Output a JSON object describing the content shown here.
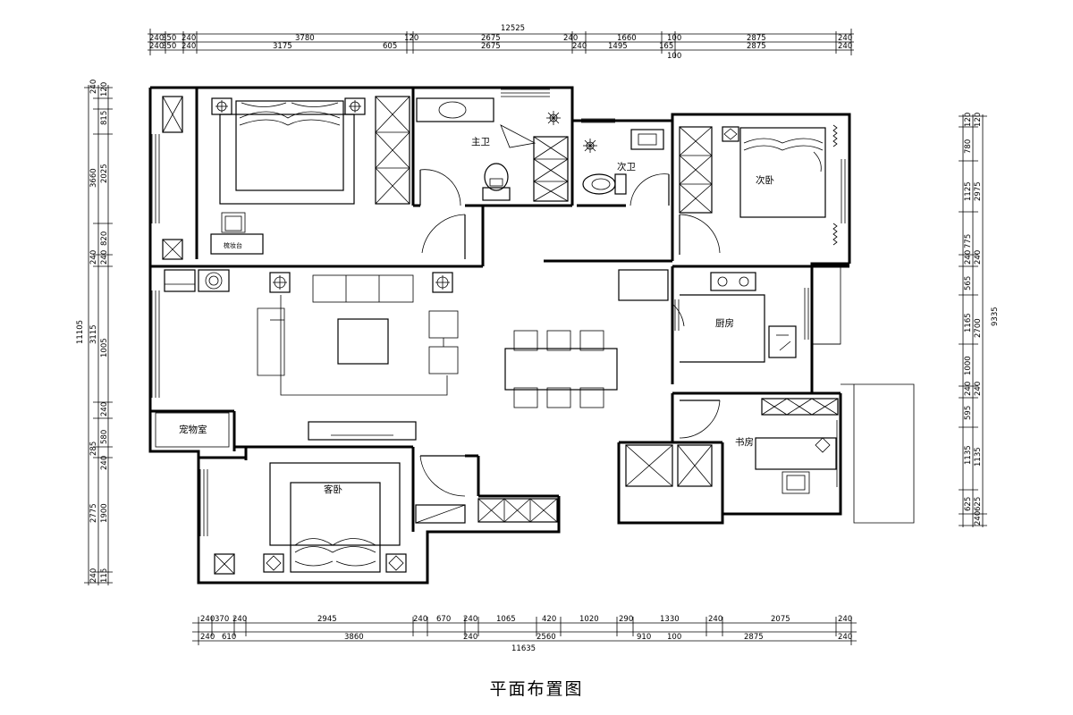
{
  "title": "平面布置图",
  "rooms": {
    "master_bath": "主卫",
    "second_bath": "次卫",
    "second_bedroom": "次卧",
    "dresser": "梳妆台",
    "kitchen": "厨房",
    "pet_room": "宠物室",
    "guest_bedroom": "客卧",
    "study": "书房"
  },
  "dimensions": {
    "top": {
      "total": "12525",
      "row1": [
        "240",
        "350",
        "240",
        "3780",
        "120",
        "2675",
        "240",
        "1660",
        "100",
        "2875",
        "240"
      ],
      "row2": [
        "240",
        "350",
        "240",
        "3175",
        "605",
        "2675",
        "240",
        "1495",
        "165",
        "2875",
        "240"
      ],
      "bottom_note": "100"
    },
    "bottom": {
      "total": "11635",
      "row1": [
        "240",
        "370",
        "240",
        "2945",
        "240",
        "670",
        "240",
        "1065",
        "420",
        "1020",
        "290",
        "1330",
        "240",
        "2075",
        "240"
      ],
      "row2": [
        "240",
        "610",
        "3860",
        "240",
        "2560",
        "910",
        "100",
        "2875",
        "240"
      ]
    },
    "left": {
      "total": "11105",
      "outer": [
        "240",
        "3660",
        "240",
        "3115",
        "285",
        "2775",
        "240"
      ],
      "inner": [
        "120",
        "815",
        "2025",
        "820",
        "240",
        "1005",
        "240",
        "580",
        "240",
        "1900",
        "115"
      ]
    },
    "right": {
      "total": "9335",
      "outer": [
        "120",
        "2975",
        "240",
        "2700",
        "240",
        "1135",
        "625",
        "240"
      ],
      "inner": [
        "120",
        "780",
        "1125",
        "775",
        "240",
        "565",
        "1165",
        "1000",
        "240",
        "595",
        "1135",
        "625"
      ]
    }
  }
}
